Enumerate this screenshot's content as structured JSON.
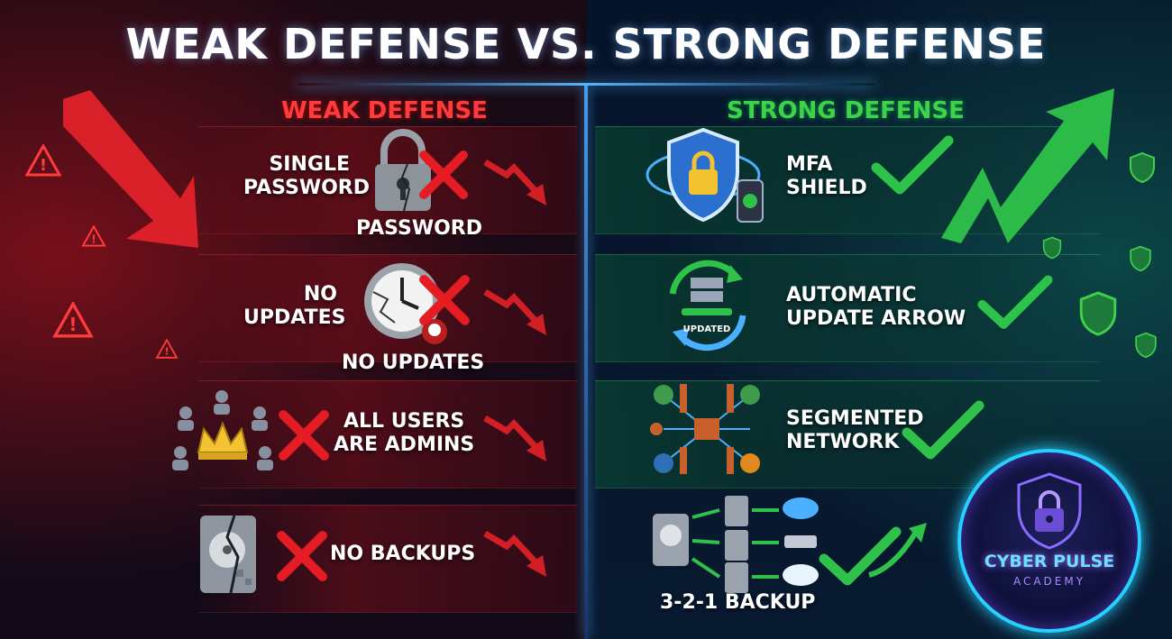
{
  "title": "WEAK DEFENSE VS. STRONG DEFENSE",
  "weak": {
    "heading": "WEAK DEFENSE",
    "items": [
      {
        "label_line1": "SINGLE",
        "label_line2": "PASSWORD",
        "caption": "PASSWORD"
      },
      {
        "label_line1": "NO",
        "label_line2": "UPDATES",
        "caption": "NO UPDATES"
      },
      {
        "label_line1": "ALL USERS",
        "label_line2": "ARE ADMINS"
      },
      {
        "label_line1": "NO BACKUPS"
      }
    ]
  },
  "strong": {
    "heading": "STRONG DEFENSE",
    "items": [
      {
        "label_line1": "MFA",
        "label_line2": "SHIELD"
      },
      {
        "label_line1": "AUTOMATIC",
        "label_line2": "UPDATE ARROW",
        "icon_caption": "UPDATED"
      },
      {
        "label_line1": "SEGMENTED",
        "label_line2": "NETWORK"
      },
      {
        "label_line1": "3-2-1 BACKUP"
      }
    ]
  },
  "logo": {
    "line1": "CYBER PULSE",
    "line2": "ACADEMY"
  },
  "colors": {
    "weak": "#ff3b3b",
    "strong": "#3fd14a",
    "accent": "#56b4ff"
  }
}
